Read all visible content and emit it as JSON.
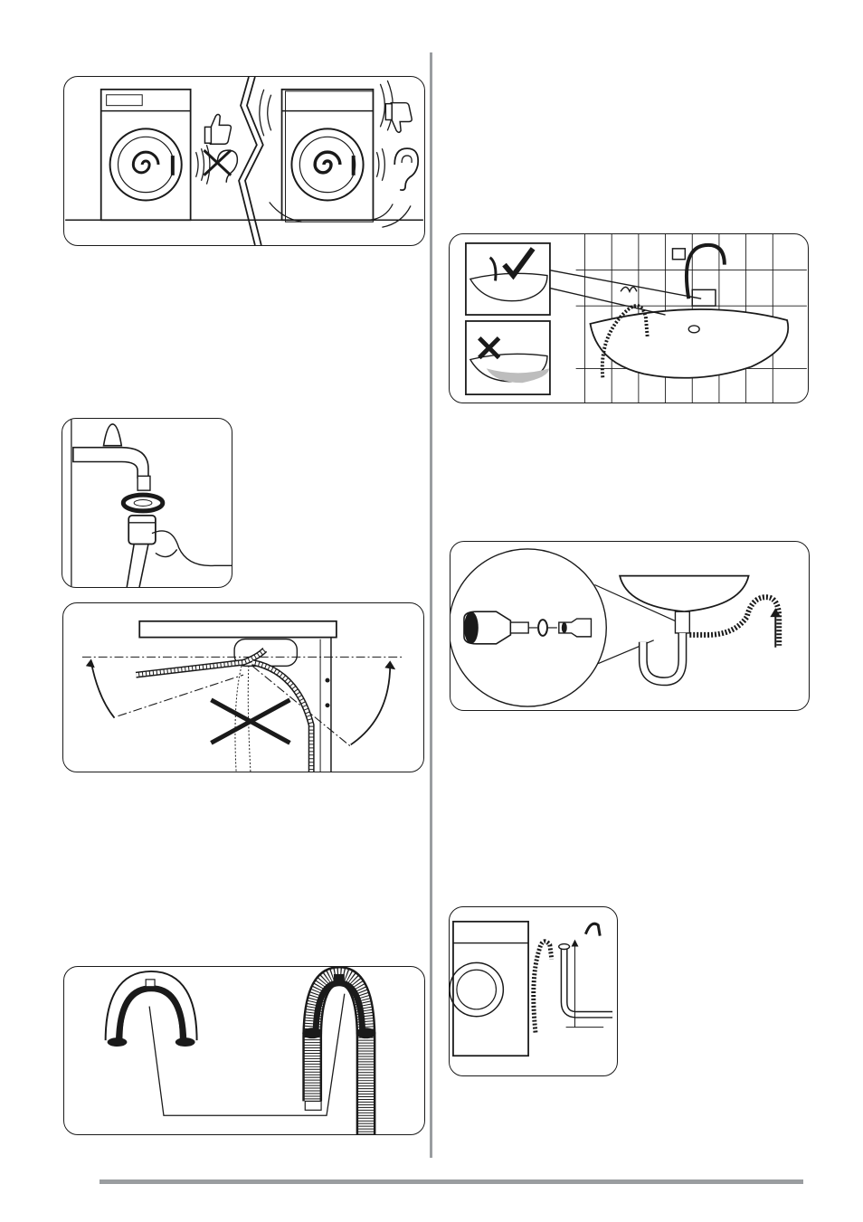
{
  "colors": {
    "line": "#1a1a1a",
    "divider": "#9a9da0",
    "shade": "#bdbdbd"
  },
  "figures": [
    {
      "id": "machine-vibration",
      "icons": [
        "thumbs-up-icon",
        "cross-icon",
        "thumbs-down-icon",
        "ear-icon"
      ]
    },
    {
      "id": "sink-hook",
      "icons": [
        "check-icon",
        "cross-icon"
      ]
    },
    {
      "id": "tap-connection",
      "icons": [
        "rotate-arrow-icon"
      ]
    },
    {
      "id": "siphon-connection",
      "icons": [
        "up-arrow-icon"
      ]
    },
    {
      "id": "inlet-hose-angle",
      "icons": [
        "cross-icon"
      ]
    },
    {
      "id": "standpipe",
      "icons": []
    },
    {
      "id": "hose-guide",
      "icons": []
    }
  ]
}
